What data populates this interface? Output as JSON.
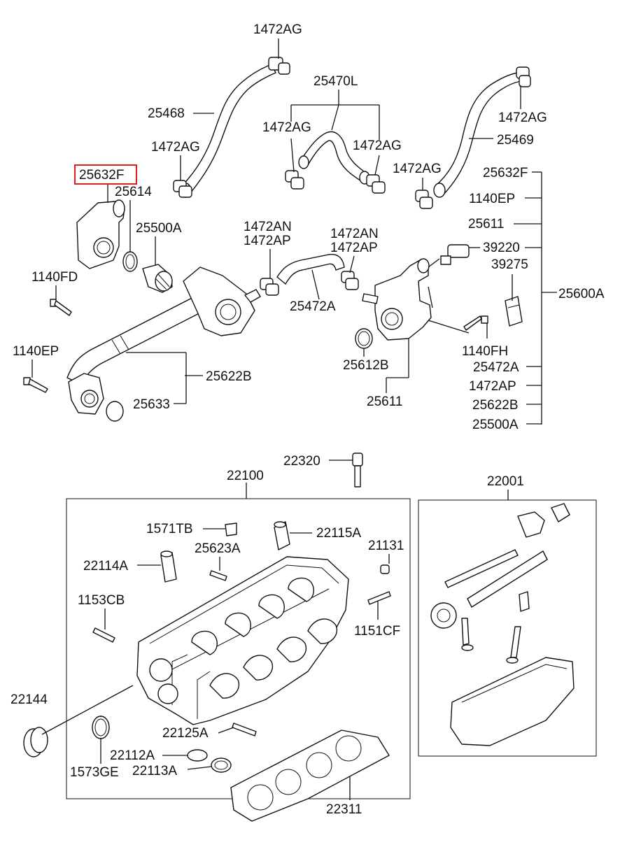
{
  "highlight": {
    "color": "#e0211b",
    "part": "25632F"
  },
  "labels": {
    "c1472ag_top": "1472AG",
    "c25468": "25468",
    "c25470l": "25470L",
    "c1472ag_mid_left": "1472AG",
    "c1472ag_mid_right": "1472AG",
    "c1472ag_left": "1472AG",
    "c1472ag_right_top": "1472AG",
    "c25469": "25469",
    "c1472ag_right_mid": "1472AG",
    "c25632f_hl": "25632F",
    "c25614": "25614",
    "c25500a": "25500A",
    "c1472an_1": "1472AN",
    "c1472ap_1": "1472AP",
    "c1472an_2": "1472AN",
    "c1472ap_2": "1472AP",
    "c25472a": "25472A",
    "c1140fd": "1140FD",
    "c1140ep": "1140EP",
    "c25622b": "25622B",
    "c25633": "25633",
    "c25612b": "25612B",
    "c25611_bottom": "25611",
    "c1140fh": "1140FH",
    "c39220": "39220",
    "c39275": "39275",
    "r25632f": "25632F",
    "r1140ep": "1140EP",
    "r25611": "25611",
    "r25600a": "25600A",
    "r25472a": "25472A",
    "r1472ap": "1472AP",
    "r25622b": "25622B",
    "r25500a": "25500A",
    "c22320": "22320",
    "c22100": "22100",
    "c22001": "22001",
    "c1571tb": "1571TB",
    "c22115a": "22115A",
    "c25623a": "25623A",
    "c21131": "21131",
    "c22114a": "22114A",
    "c1153cb": "1153CB",
    "c1151cf": "1151CF",
    "c22144": "22144",
    "c22125a": "22125A",
    "c22112a": "22112A",
    "c1573ge": "1573GE",
    "c22113a": "22113A",
    "c22311": "22311"
  }
}
